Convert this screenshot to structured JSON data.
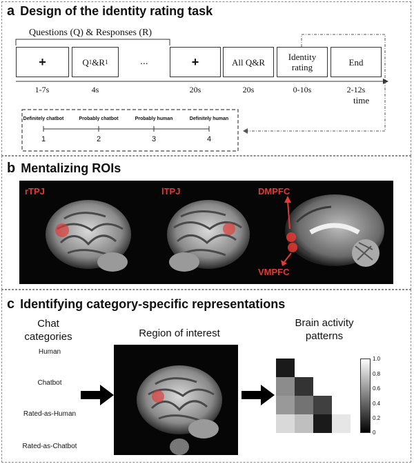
{
  "panel_a": {
    "letter": "a",
    "title": "Design of the identity rating task",
    "bracket_label": "Questions (Q) & Responses (R)",
    "boxes": [
      {
        "label": "+",
        "duration": "1-7s"
      },
      {
        "label": "Q",
        "sub1": "1",
        "amp": "&R",
        "sub2": "1",
        "duration": "4s"
      },
      {
        "label": "+",
        "duration": "20s"
      },
      {
        "label": "All Q&R",
        "duration": "20s"
      },
      {
        "label": "Identity rating",
        "duration": "0-10s"
      },
      {
        "label": "End",
        "duration": "2-12s"
      }
    ],
    "ellipsis": "...",
    "time_label": "time",
    "scale": {
      "labels": [
        "Definitely chatbot",
        "Probably chatbot",
        "Probably human",
        "Definitely human"
      ],
      "numbers": [
        "1",
        "2",
        "3",
        "4"
      ]
    }
  },
  "panel_b": {
    "letter": "b",
    "title": "Mentalizing ROIs",
    "labels": {
      "rtpj": "rTPJ",
      "ltpj": "lTPJ",
      "dmpfc": "DMPFC",
      "vmpfc": "VMPFC"
    },
    "roi_color": "#e53935"
  },
  "panel_c": {
    "letter": "c",
    "title": "Identifying category-specific representations",
    "col1_header_line1": "Chat",
    "col1_header_line2": "categories",
    "col2_header": "Region of interest",
    "col3_header_line1": "Brain activity",
    "col3_header_line2": "patterns",
    "categories": [
      "Human",
      "Chatbot",
      "Rated-as-Human",
      "Rated-as-Chatbot"
    ],
    "matrix": [
      [
        0.1
      ],
      [
        0.55,
        0.2
      ],
      [
        0.6,
        0.45,
        0.25
      ],
      [
        0.85,
        0.75,
        0.1,
        0.9
      ]
    ],
    "colorbar_ticks": [
      "1.0",
      "0.8",
      "0.6",
      "0.4",
      "0.2",
      "0"
    ]
  }
}
